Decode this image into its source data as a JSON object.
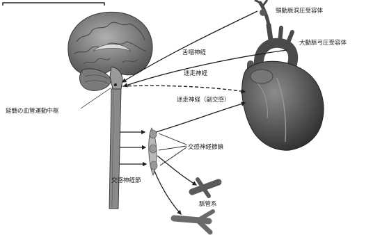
{
  "labels": {
    "carotid_sinus": "頸動脈洞圧受容体",
    "aortic_arch": "大動脈弓圧受容体",
    "glossopharyngeal": "舌咽神経",
    "vagus": "迷走神経",
    "vagus_parasympathetic": "迷走神経（副交感）",
    "medulla_center": "延髄の血管運動中枢",
    "sympathetic_ganglion_chain": "交感神経節鎖",
    "sympathetic_nerve": "交感神経節",
    "vascular_system": "脈管系"
  },
  "colors": {
    "ink": "#1e1e1e",
    "organ_fill": "#6a6a6a",
    "organ_dark": "#3d3d3d",
    "brain_fill": "#8a8a8a"
  }
}
